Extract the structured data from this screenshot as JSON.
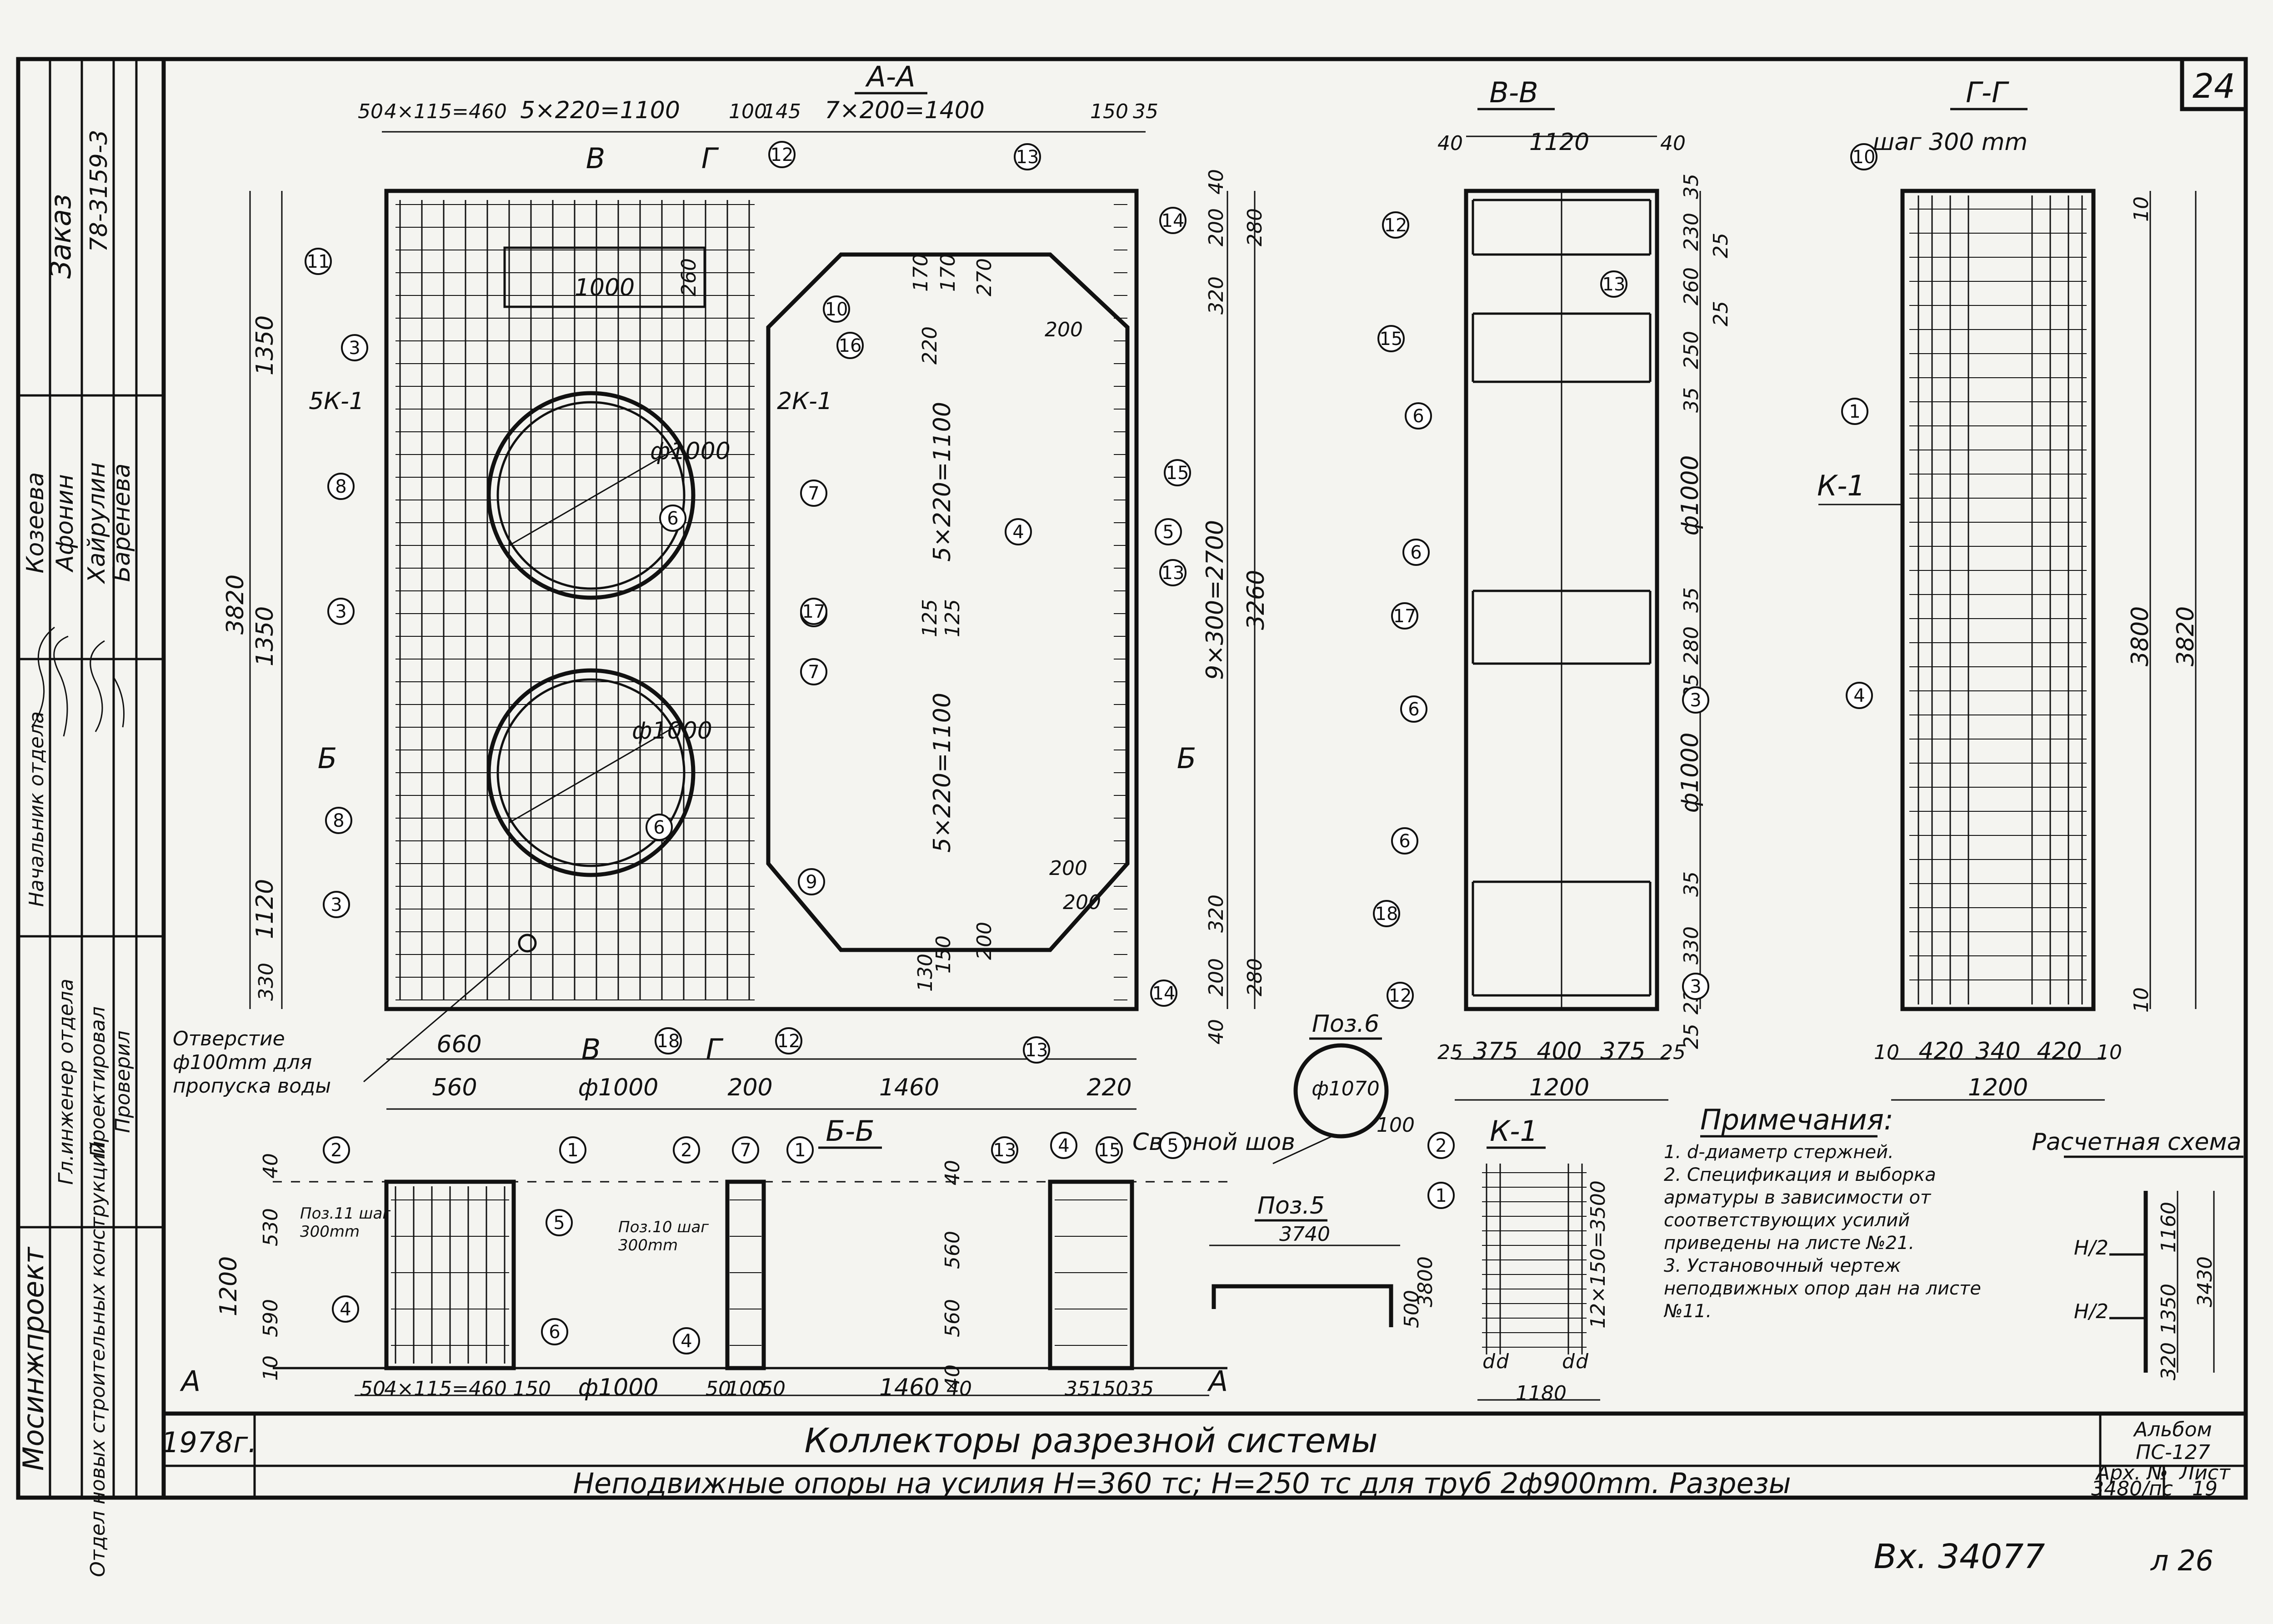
{
  "sheet": {
    "sheet_number": "24",
    "order_label": "Заказ",
    "order_number": "78-3159-3",
    "year": "1978г.",
    "title_line1": "Коллекторы разрезной системы",
    "title_line2": "Неподвижные опоры на усилия H=360 тс; H=250 тс для труб 2ф900mm. Разрезы",
    "album_label": "Альбом",
    "album_number": "ПС-127",
    "arch_label": "Арх. №",
    "arch_number": "3480/пс",
    "list_label": "Лист",
    "list_number": "19",
    "incoming_number": "Вх. 34077",
    "page_mark": "л 26",
    "organization": "Мосинжпроект",
    "department": "Отдел новых строительных конструкций",
    "signatories": [
      {
        "role": "Начальник отдела",
        "name": "Козеева"
      },
      {
        "role": "Гл.инженер отдела",
        "name": "Афонин"
      },
      {
        "role": "Проектировал",
        "name": "Хайрулин"
      },
      {
        "role": "Проверил",
        "name": "Баренева"
      }
    ]
  },
  "section_aa": {
    "title": "А-А",
    "top_dims": [
      "50",
      "4×115=460",
      "5×220=1100",
      "100",
      "145",
      "7×200=1400",
      "150",
      "35"
    ],
    "left_dims": [
      "1350",
      "1350",
      "1120",
      "330",
      "3820"
    ],
    "right_dims": [
      "40",
      "200",
      "280",
      "320",
      "9×300=2700",
      "3260",
      "320",
      "200",
      "280",
      "40"
    ],
    "inner_dims": [
      "1000",
      "260",
      "270",
      "200",
      "200",
      "170",
      "170",
      "220",
      "5×220=1100",
      "125",
      "125",
      "5×220=1100",
      "200",
      "200",
      "150",
      "130"
    ],
    "pipe_labels": [
      "ф1000",
      "ф1000"
    ],
    "frame_labels": [
      "5К-1",
      "2К-1"
    ],
    "cut_marks": [
      "В",
      "Г",
      "Б",
      "Б",
      "В",
      "Г"
    ],
    "bottom_dims": [
      "660",
      "560",
      "ф1000",
      "200",
      "1460",
      "220"
    ],
    "hole_note": "Отверстие ф100mm для пропуска воды"
  },
  "section_vv": {
    "title": "В-В",
    "top_dims": [
      "40",
      "1120",
      "40"
    ],
    "right_dims": [
      "35",
      "230",
      "25",
      "25",
      "260",
      "250",
      "35",
      "ф1000",
      "35",
      "280",
      "35",
      "ф1000",
      "35",
      "330",
      "230",
      "25"
    ],
    "bottom_dims": [
      "25",
      "375",
      "400",
      "375",
      "25",
      "1200"
    ]
  },
  "section_gg": {
    "title": "Г-Г",
    "pitch_label": "шаг 300 mm",
    "frame_label": "К-1",
    "right_dims": [
      "10",
      "3800",
      "3820",
      "10"
    ],
    "bottom_dims": [
      "10",
      "420",
      "340",
      "420",
      "10",
      "1200"
    ]
  },
  "section_bb": {
    "title": "Б-Б",
    "left_dims": [
      "40",
      "530",
      "1200",
      "590",
      "10"
    ],
    "mid_dims": [
      "40",
      "560",
      "560",
      "40"
    ],
    "pos_notes": [
      "Поз.11 шаг 300mm",
      "Поз.10 шаг 300mm"
    ],
    "bottom_dims": [
      "50",
      "4×115=460",
      "150",
      "ф1000",
      "50",
      "100",
      "50",
      "1460",
      "40",
      "35",
      "150",
      "35"
    ],
    "cut_mark": "А"
  },
  "details": {
    "poz6_title": "Поз.6",
    "poz6_dia": "ф1070",
    "poz6_weld": "Сварной шов",
    "poz6_dim": "100",
    "poz5_title": "Поз.5",
    "poz5_dim": "3740",
    "poz5_height": "500",
    "k1_title": "К-1",
    "k1_dims": [
      "12×150=3500",
      "3800",
      "1180",
      "d",
      "d",
      "d",
      "d"
    ]
  },
  "notes": {
    "title": "Примечания:",
    "items": [
      "1. d-диаметр стержней.",
      "2. Спецификация и выборка арматуры в зависимости от соответствующих усилий приведены на листе №21.",
      "3. Установочный чертеж неподвижных опор дан на листе №11."
    ]
  },
  "calc_scheme": {
    "title": "Расчетная схема",
    "labels": [
      "H/2",
      "H/2"
    ],
    "dims": [
      "1160",
      "1350",
      "320",
      "3430"
    ]
  },
  "bubbles": [
    "1",
    "2",
    "3",
    "4",
    "5",
    "6",
    "7",
    "8",
    "9",
    "10",
    "11",
    "12",
    "13",
    "14",
    "15",
    "16",
    "17",
    "18"
  ]
}
